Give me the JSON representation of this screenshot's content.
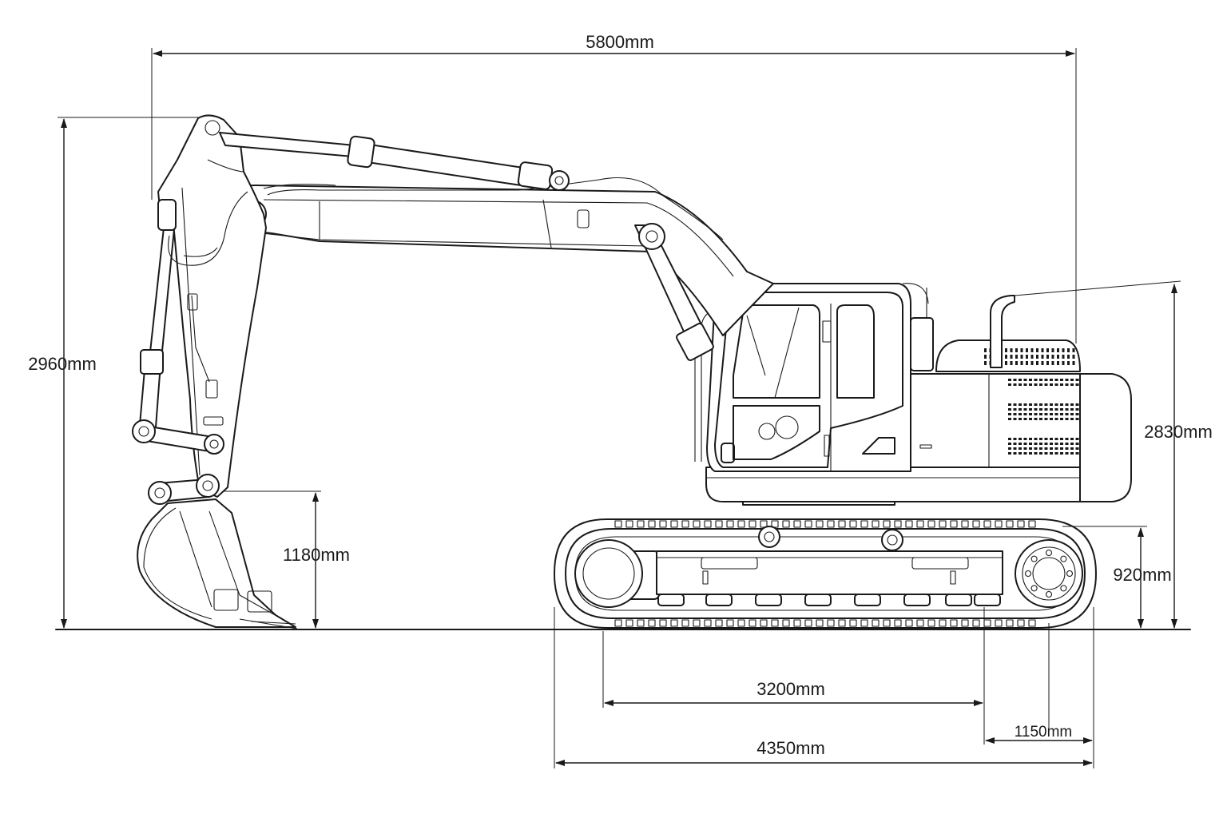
{
  "dimensions": {
    "overall_length": "5800mm",
    "max_height": "2960mm",
    "cab_height": "2830mm",
    "bucket_height": "1180mm",
    "track_height": "920mm",
    "tumbler_distance": "3200mm",
    "sprocket_offset": "1150mm",
    "track_length": "4350mm"
  },
  "colors": {
    "ink": "#1a1a1a",
    "background": "#ffffff"
  }
}
